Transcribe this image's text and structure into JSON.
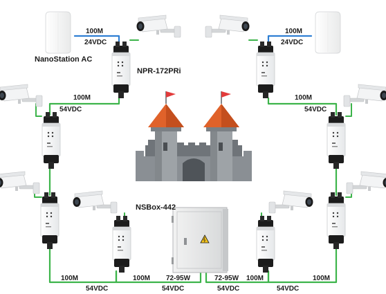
{
  "labels": {
    "nanostation": "NanoStation AC",
    "npr": "NPR-172PRi",
    "nsbox": "NSBox-442",
    "speed_100m": "100M",
    "v24": "24VDC",
    "v54": "54VDC",
    "v72_95": "72-95W"
  },
  "colors": {
    "ethernet_green": "#3cb44a",
    "link_blue": "#2f7fd3",
    "roof_orange": "#e0622a",
    "wall_gray": "#6f7479",
    "flag_red": "#e23b3b"
  },
  "icons": {
    "camera": "ptz-camera-icon",
    "repeater": "poe-repeater-icon",
    "antenna": "nanostation-icon",
    "castle": "castle-icon",
    "cabinet": "nsbox-cabinet-icon",
    "warning": "high-voltage-warning-icon"
  }
}
